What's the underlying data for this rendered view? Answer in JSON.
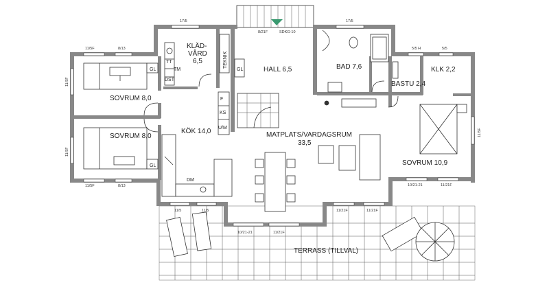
{
  "rooms": {
    "kladvard_1": "KLÄD-",
    "kladvard_2": "VÅRD",
    "kladvard_3": "6,5",
    "teknik": "TEKNIK",
    "hall": "HALL 6,5",
    "bad": "BAD 7,6",
    "bastu": "BASTU 2,4",
    "klk": "KLK 2,2",
    "sovrum_1": "SOVRUM 8,0",
    "sovrum_2": "SOVRUM 8,0",
    "kok": "KÖK 14,0",
    "matplats_1": "MATPLATS/VARDAGSRUM",
    "matplats_2": "33,5",
    "sovrum_3": "SOVRUM 10,9",
    "terrass": "TERRASS (TILLVAL)"
  },
  "fixtures": {
    "gl_1": "GL",
    "gl_2": "GL",
    "gl_3": "GL",
    "tt": "TT",
    "tm": "TM",
    "dst": "DST",
    "f": "F",
    "ks": "KS",
    "um": "U/M",
    "dm": "DM"
  },
  "window_labels": {
    "w_top_left_a": "11/5F",
    "w_top_left_b": "8/13",
    "w_top_mid": "17/5",
    "w_top_entry_a": "8/21F",
    "w_top_entry_b": "SDKG-10",
    "w_top_right": "17/5",
    "w_top_r1": "5/5 H",
    "w_top_r2": "5/5",
    "w_left_1": "11/5F",
    "w_left_2": "11/5F",
    "w_bot_left_a": "11/5F",
    "w_bot_left_b": "8/13",
    "w_bot_a": "11/5",
    "w_bot_b": "11/5",
    "w_bot_c": "11/21F",
    "w_bot_d": "11/21F",
    "w_bot_e": "10/21-21",
    "w_bot_f": "11/21F",
    "w_bot_g": "10/21-21",
    "w_bot_h": "11/21F",
    "w_right": "11/5F"
  }
}
